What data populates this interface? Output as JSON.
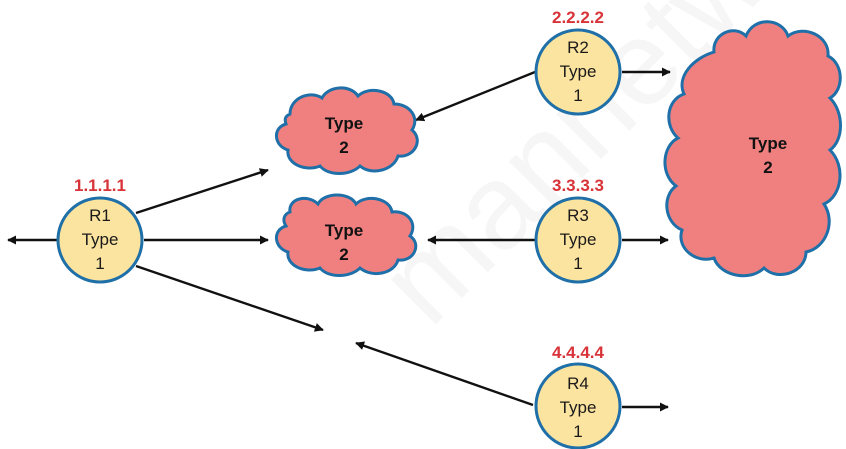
{
  "colors": {
    "router_fill": "#fbe3a0",
    "outline": "#1f6fa8",
    "cloud_fill": "#f08080",
    "router_id_text": "#d83338",
    "arrow": "#111111"
  },
  "routers": [
    {
      "id": "r1",
      "router_id": "1.1.1.1",
      "name": "R1",
      "type_word": "Type",
      "type_num": "1"
    },
    {
      "id": "r2",
      "router_id": "2.2.2.2",
      "name": "R2",
      "type_word": "Type",
      "type_num": "1"
    },
    {
      "id": "r3",
      "router_id": "3.3.3.3",
      "name": "R3",
      "type_word": "Type",
      "type_num": "1"
    },
    {
      "id": "r4",
      "router_id": "4.4.4.4",
      "name": "R4",
      "type_word": "Type",
      "type_num": "1"
    }
  ],
  "clouds": [
    {
      "id": "cloud-top",
      "word": "Type",
      "num": "2"
    },
    {
      "id": "cloud-middle",
      "word": "Type",
      "num": "2"
    },
    {
      "id": "cloud-large",
      "word": "Type",
      "num": "2"
    }
  ],
  "watermark": "mannetwork"
}
